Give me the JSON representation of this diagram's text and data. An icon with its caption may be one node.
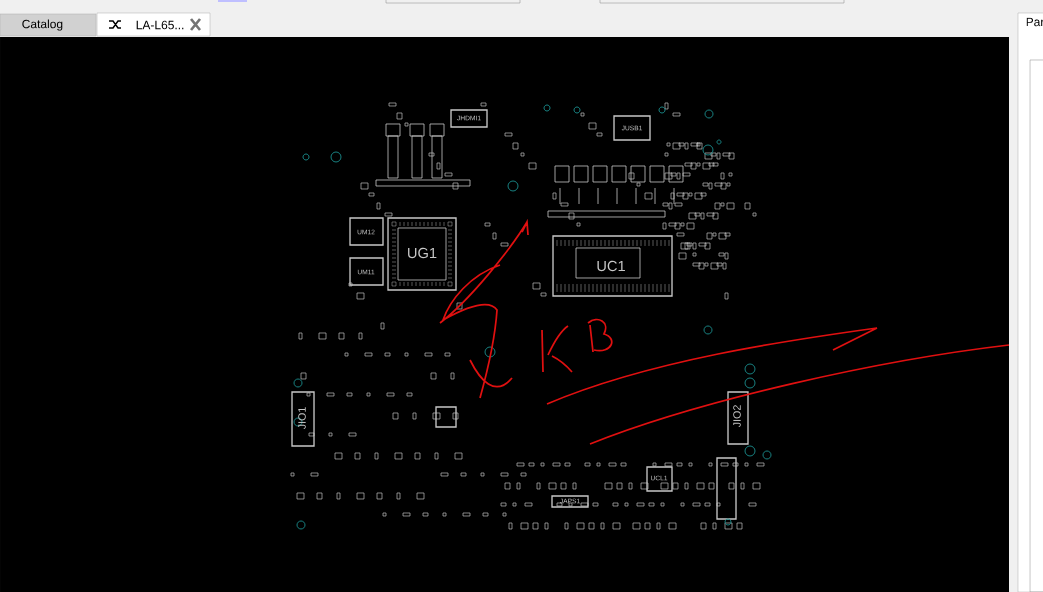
{
  "diagram": {
    "labels": [
      "Catalog",
      "LA-L65...",
      "Par",
      "JHDMI1",
      "JUSB1",
      "UM12",
      "UG1",
      "UC1",
      "UM11",
      "JIO1",
      "JIO2",
      "UCL1",
      "JAPS1"
    ]
  }
}
